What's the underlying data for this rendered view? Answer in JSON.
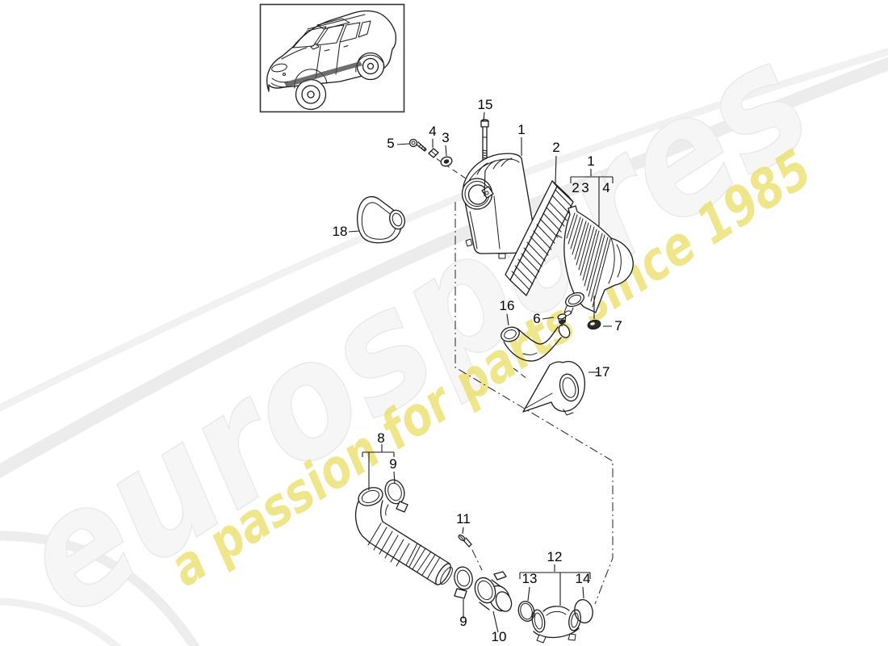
{
  "watermark": {
    "brand_text": "eurospares",
    "tagline_text": "a passion for parts since 1985",
    "brand_fill": "#f6f6f6",
    "brand_outline": "#e9e9e9",
    "tagline_color": "#e9dd5f"
  },
  "vehicle_box": {
    "icon": "porsche-cayenne-outline"
  },
  "diagram": {
    "line_color": "#1a1a1a",
    "labels": [
      {
        "id": "15",
        "text": "15"
      },
      {
        "id": "4",
        "text": "4"
      },
      {
        "id": "3",
        "text": "3"
      },
      {
        "id": "5",
        "text": "5"
      },
      {
        "id": "1",
        "text": "1"
      },
      {
        "id": "2",
        "text": "2"
      },
      {
        "id": "1-group",
        "text": "1"
      },
      {
        "id": "2-group",
        "text": "2"
      },
      {
        "id": "3-group",
        "text": "3"
      },
      {
        "id": "4-group",
        "text": "4"
      },
      {
        "id": "18",
        "text": "18"
      },
      {
        "id": "16",
        "text": "16"
      },
      {
        "id": "6",
        "text": "6"
      },
      {
        "id": "7",
        "text": "7"
      },
      {
        "id": "17",
        "text": "17"
      },
      {
        "id": "8",
        "text": "8"
      },
      {
        "id": "9-upper",
        "text": "9"
      },
      {
        "id": "11",
        "text": "11"
      },
      {
        "id": "9-lower",
        "text": "9"
      },
      {
        "id": "10",
        "text": "10"
      },
      {
        "id": "12",
        "text": "12"
      },
      {
        "id": "13",
        "text": "13"
      },
      {
        "id": "14",
        "text": "14"
      }
    ]
  }
}
